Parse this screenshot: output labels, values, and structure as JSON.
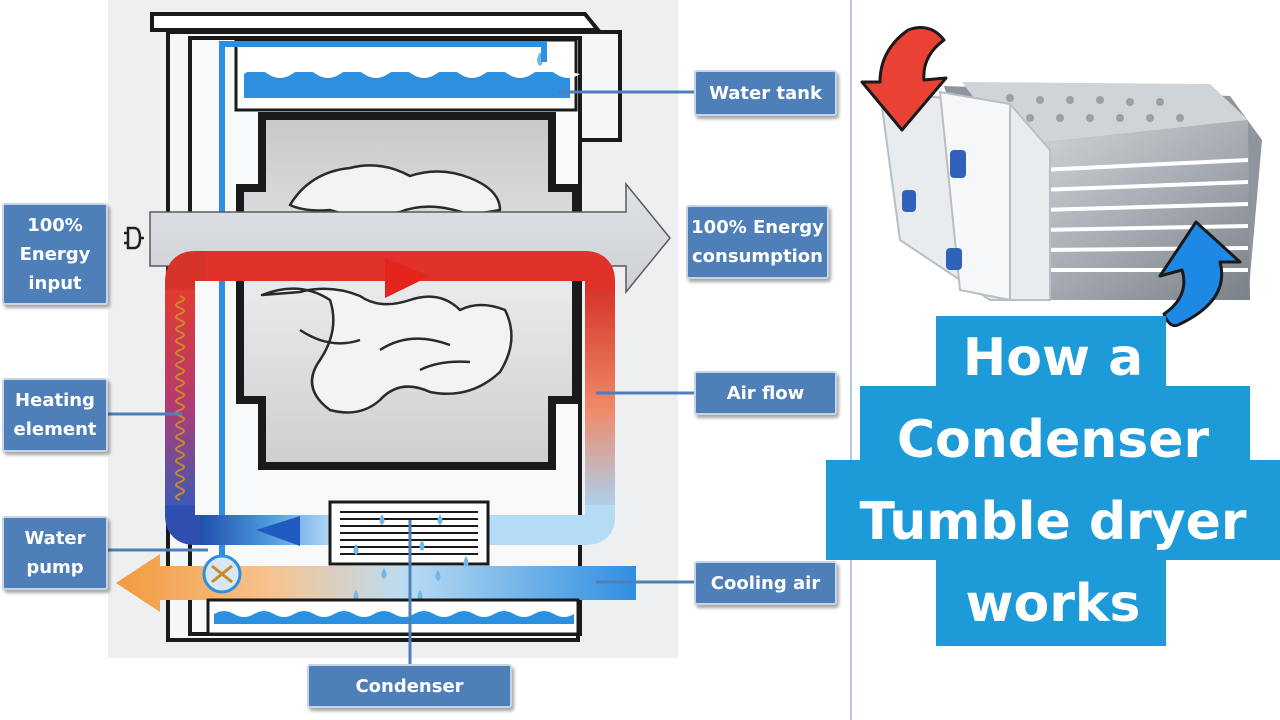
{
  "labels": {
    "water_tank": "Water tank",
    "energy_input": "100%\nEnergy\ninput",
    "energy_consumption": "100% Energy\nconsumption",
    "heating_element": "Heating\nelement",
    "air_flow": "Air flow",
    "water_pump": "Water\npump",
    "cooling_air": "Cooling air",
    "condenser": "Condenser"
  },
  "title": "How a\nCondenser\nTumble dryer\nworks",
  "colors": {
    "label_bg": "#4f7fb9",
    "title_bg": "#1d9ad8",
    "hot_air": "#e0322a",
    "cool_air": "#2b7fd6",
    "warm_out": "#f5a04a",
    "red_arrow": "#e94235",
    "blue_arrow": "#1e88e5"
  },
  "icons": {
    "plug": "power-plug-icon",
    "condenser_unit": "heat-exchanger-icon"
  }
}
